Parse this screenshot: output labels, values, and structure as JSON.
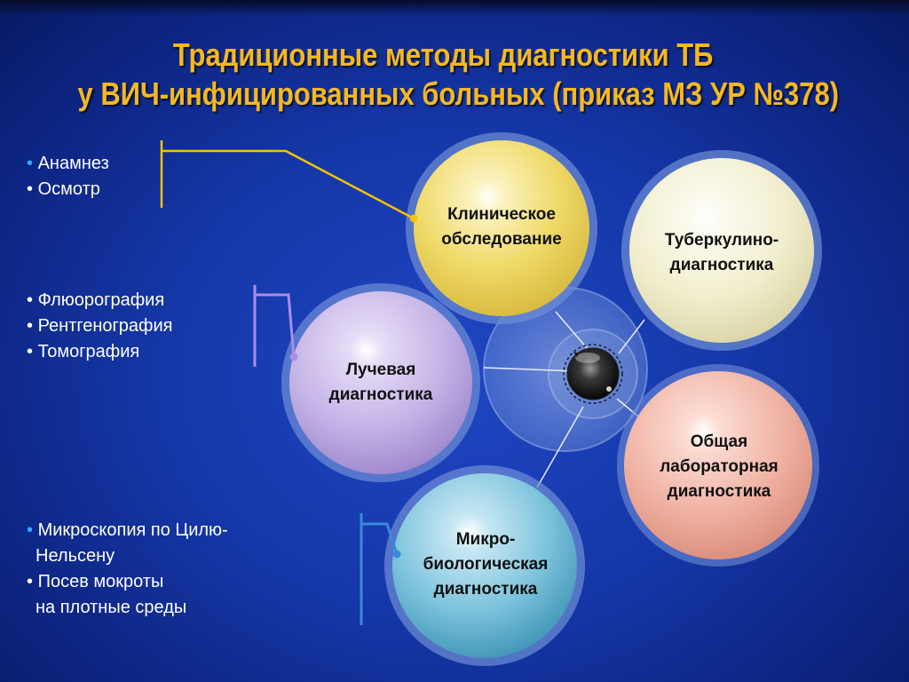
{
  "title": {
    "line1": "Традиционные методы диагностики ТБ",
    "line2": "у ВИЧ-инфицированных больных (приказ МЗ УР №378)"
  },
  "circles": {
    "clinical": "Клиническое обследование",
    "tuberculin": "Туберкулино-диагностика",
    "radiation": "Лучевая диагностика",
    "lab": "Общая лабораторная диагностика",
    "micro": "Микро-биологическая диагностика"
  },
  "notes": {
    "clinical": [
      "Анамнез",
      "Осмотр"
    ],
    "radiation": [
      "Флюорография",
      "Рентгенография",
      "Томография"
    ],
    "micro": [
      "Микроскопия по Цилю-",
      "Нельсену",
      "Посев мокроты",
      "на плотные среды"
    ]
  },
  "bullet": "•",
  "colors": {
    "title": "#f5b820",
    "clinical": "#f3e27e",
    "tuberculin": "#f7f4d8",
    "radiation": "#c7b6e6",
    "lab": "#f2b7a9",
    "micro": "#7ec4dc",
    "bracket_yellow": "#f5c400",
    "bracket_purple": "#a98ee6",
    "bracket_blue": "#3a8ad8"
  }
}
